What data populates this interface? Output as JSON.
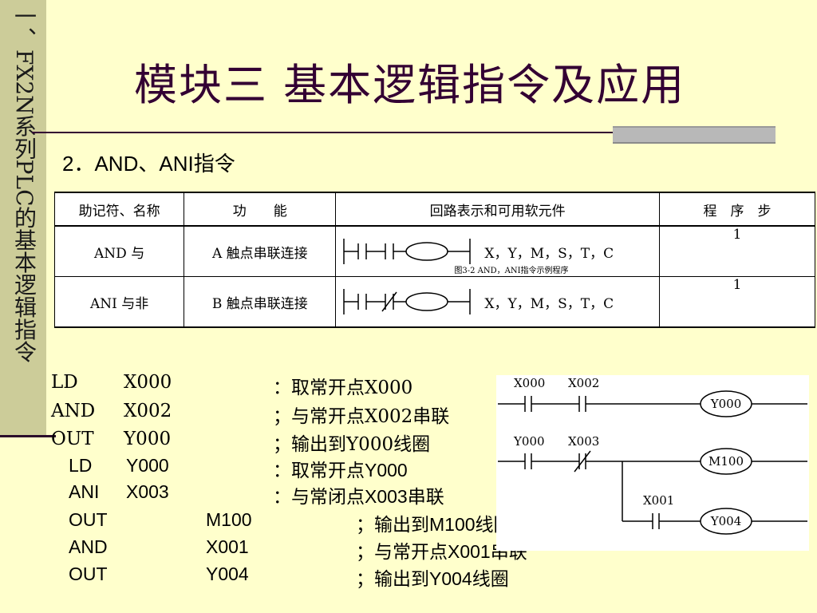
{
  "sidebar": {
    "text": "一、FX2N系列PLC的基本逻辑指令"
  },
  "slide": {
    "title": "模块三  基本逻辑指令及应用",
    "subtitle": "2．AND、ANI指令"
  },
  "table": {
    "headers": [
      "助记符、名称",
      "功　　能",
      "回路表示和可用软元件",
      "程　序　步"
    ],
    "rows": [
      {
        "mnemonic": "AND 与",
        "function": "A 触点串联连接",
        "devices": "X，Y，M，S，T，C",
        "steps": "1",
        "caption": "图3-2  AND，ANI指令示例程序"
      },
      {
        "mnemonic": "ANI 与非",
        "function": "B 触点串联连接",
        "devices": "X，Y，M，S，T，C",
        "steps": "1"
      }
    ]
  },
  "program": [
    {
      "op": "LD",
      "operand": "X000",
      "comment": "：取常开点X000"
    },
    {
      "op": "AND",
      "operand": "X002",
      "comment": "；与常开点X002串联"
    },
    {
      "op": "OUT",
      "operand": "Y000",
      "comment": "；输出到Y000线圈"
    },
    {
      "op": "LD",
      "operand": "Y000",
      "comment": "：取常开点Y000"
    },
    {
      "op": "ANI",
      "operand": "X003",
      "comment": "：与常闭点X003串联"
    },
    {
      "op": "OUT",
      "operand": "M100",
      "comment": "；输出到M100线圈"
    },
    {
      "op": "AND",
      "operand": "X001",
      "comment": "；与常开点X001串联"
    },
    {
      "op": "OUT",
      "operand": "Y004",
      "comment": "；输出到Y004线圈"
    }
  ],
  "ladder": {
    "rung1": {
      "contacts": [
        "X000",
        "X002"
      ],
      "coil": "Y000"
    },
    "rung2": {
      "contacts": [
        "Y000",
        "X003"
      ],
      "coil": "M100"
    },
    "branch": {
      "contact": "X001",
      "coil": "Y004"
    }
  }
}
